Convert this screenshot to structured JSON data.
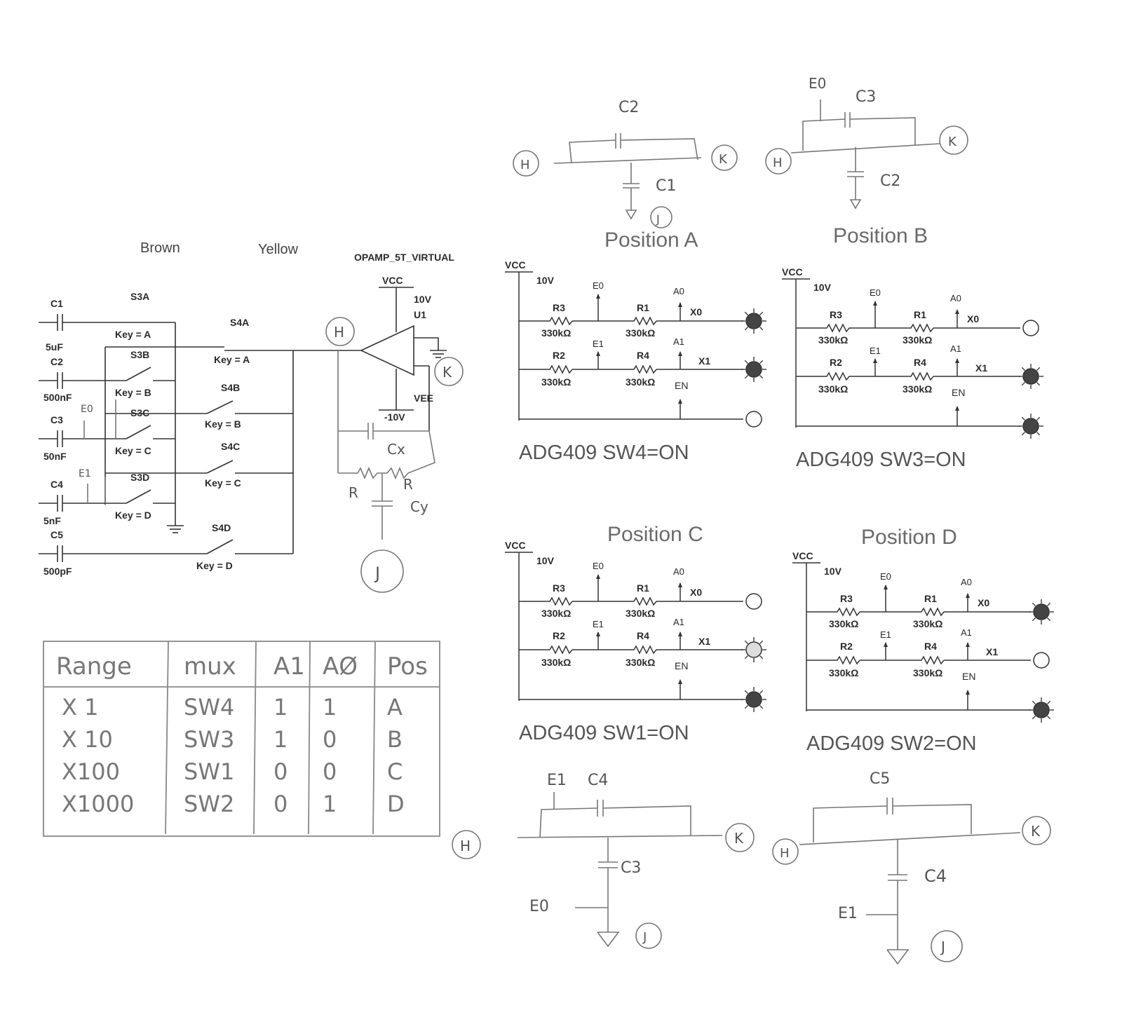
{
  "colors": {
    "ink": "#333333",
    "pencil": "#777777",
    "paper": "#ffffff"
  },
  "schematic": {
    "col_brown": "Brown",
    "col_yellow": "Yellow",
    "opamp_label": "OPAMP_5T_VIRTUAL",
    "vcc": "VCC",
    "vcc_val": "10V",
    "u1": "U1",
    "vee": "VEE",
    "vee_val": "-10V",
    "caps": [
      {
        "name": "C1",
        "value": "5uF"
      },
      {
        "name": "C2",
        "value": "500nF"
      },
      {
        "name": "C3",
        "value": "50nF"
      },
      {
        "name": "C4",
        "value": "5nF"
      },
      {
        "name": "C5",
        "value": "500pF"
      }
    ],
    "s3": [
      {
        "name": "S3A",
        "key": "Key = A"
      },
      {
        "name": "S3B",
        "key": "Key = B"
      },
      {
        "name": "S3C",
        "key": "Key = C"
      },
      {
        "name": "S3D",
        "key": "Key = D"
      }
    ],
    "s4": [
      {
        "name": "S4A",
        "key": "Key = A"
      },
      {
        "name": "S4B",
        "key": "Key = B"
      },
      {
        "name": "S4C",
        "key": "Key = C"
      },
      {
        "name": "S4D",
        "key": "Key = D"
      }
    ],
    "hand_notes": {
      "e0": "E0",
      "e1": "E1",
      "cx": "Cx",
      "cy": "Cy",
      "r": "R",
      "h": "H",
      "k": "K",
      "j": "J"
    }
  },
  "mux_panels": [
    {
      "position": "Position A",
      "title": "ADG409 SW4=ON",
      "c_top": "C2",
      "c_bot": "C1",
      "e_note": ""
    },
    {
      "position": "Position B",
      "title": "ADG409 SW3=ON",
      "c_top": "C3",
      "c_bot": "C2",
      "e_note": "E0"
    },
    {
      "position": "Position C",
      "title": "ADG409 SW1=ON",
      "c_top": "C4",
      "c_bot": "C3",
      "e_note": "E1",
      "e_bot": "E0"
    },
    {
      "position": "Position D",
      "title": "ADG409 SW2=ON",
      "c_top": "C5",
      "c_bot": "C4",
      "e_note": "",
      "e_bot": "E1"
    }
  ],
  "mux_labels": {
    "vcc": "VCC",
    "v10": "10V",
    "r1": "R1",
    "r2": "R2",
    "r3": "R3",
    "r4": "R4",
    "ohm": "330kΩ",
    "e0": "E0",
    "e1": "E1",
    "a0": "A0",
    "a1": "A1",
    "x0": "X0",
    "x1": "X1",
    "en": "EN"
  },
  "table": {
    "headers": [
      "Range",
      "mux",
      "A1",
      "AØ",
      "Pos"
    ],
    "rows": [
      [
        "X 1",
        "SW4",
        "1",
        "1",
        "A"
      ],
      [
        "X 10",
        "SW3",
        "1",
        "0",
        "B"
      ],
      [
        "X100",
        "SW1",
        "0",
        "0",
        "C"
      ],
      [
        "X1000",
        "SW2",
        "0",
        "1",
        "D"
      ]
    ]
  }
}
